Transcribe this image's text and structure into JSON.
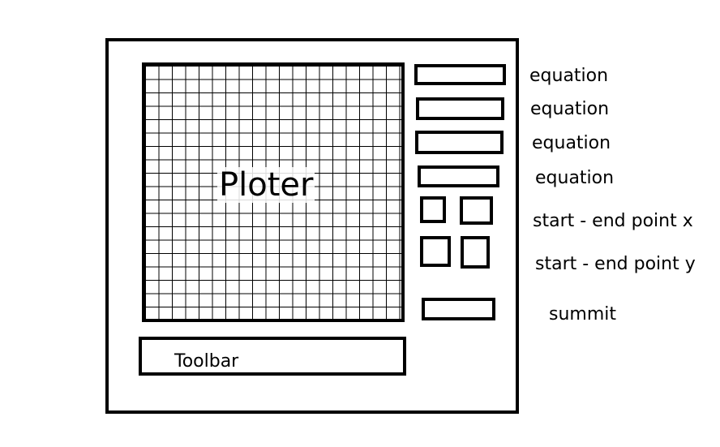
{
  "plotter": {
    "title": "Ploter"
  },
  "toolbar": {
    "label": "Toolbar"
  },
  "equations": [
    {
      "label": "equation"
    },
    {
      "label": "equation"
    },
    {
      "label": "equation"
    },
    {
      "label": "equation"
    }
  ],
  "range_x": {
    "label": "start - end point x"
  },
  "range_y": {
    "label": "start - end point y"
  },
  "submit": {
    "label": "summit"
  }
}
